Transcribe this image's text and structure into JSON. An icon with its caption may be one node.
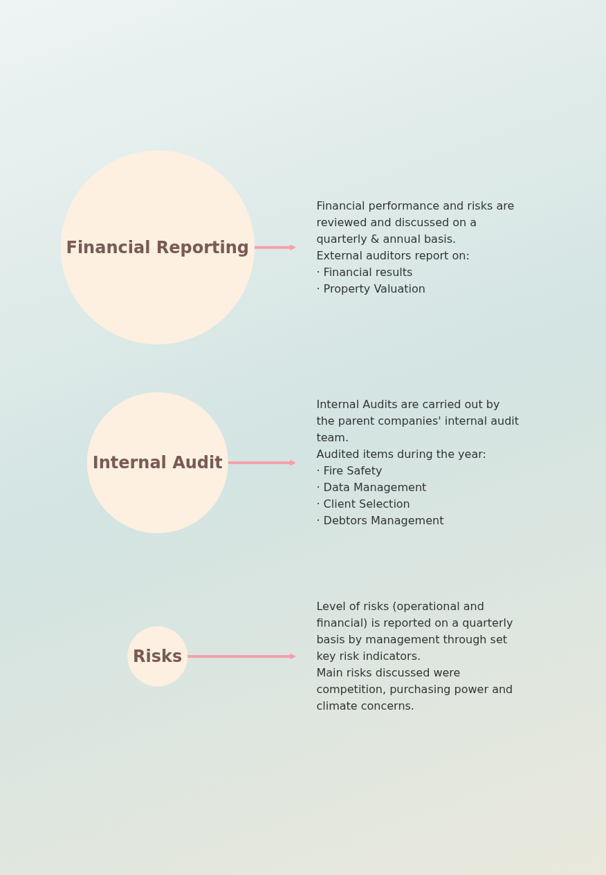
{
  "diagram": {
    "nodes": [
      {
        "text": [
          "Financial Reporting"
        ]
      },
      {
        "text": [
          "Financial performance and risks are reviewed and discussed on a quarterly & annual basis.",
          "External auditors report on:",
          "· Financial results",
          "· Property Valuation"
        ]
      },
      {
        "text": [
          "Internal Audit"
        ]
      },
      {
        "text": [
          "Internal Audits are carried out by the parent companies' internal audit team.",
          "Audited items during the year:",
          "· Fire Safety",
          "· Data Management",
          "· Client Selection",
          "· Debtors Management"
        ]
      },
      {
        "text": [
          "Risks"
        ]
      },
      {
        "text": [
          "Level of risks (operational and financial) is reported on a quarterly basis by management through set key risk indicators.",
          "Main risks discussed were competition, purchasing power and climate concerns."
        ]
      }
    ],
    "edges": [
      {
        "from": 0,
        "to": 1,
        "arrow": "to"
      },
      {
        "from": 2,
        "to": 3,
        "arrow": "to"
      },
      {
        "from": 4,
        "to": 5,
        "arrow": "to"
      }
    ]
  }
}
